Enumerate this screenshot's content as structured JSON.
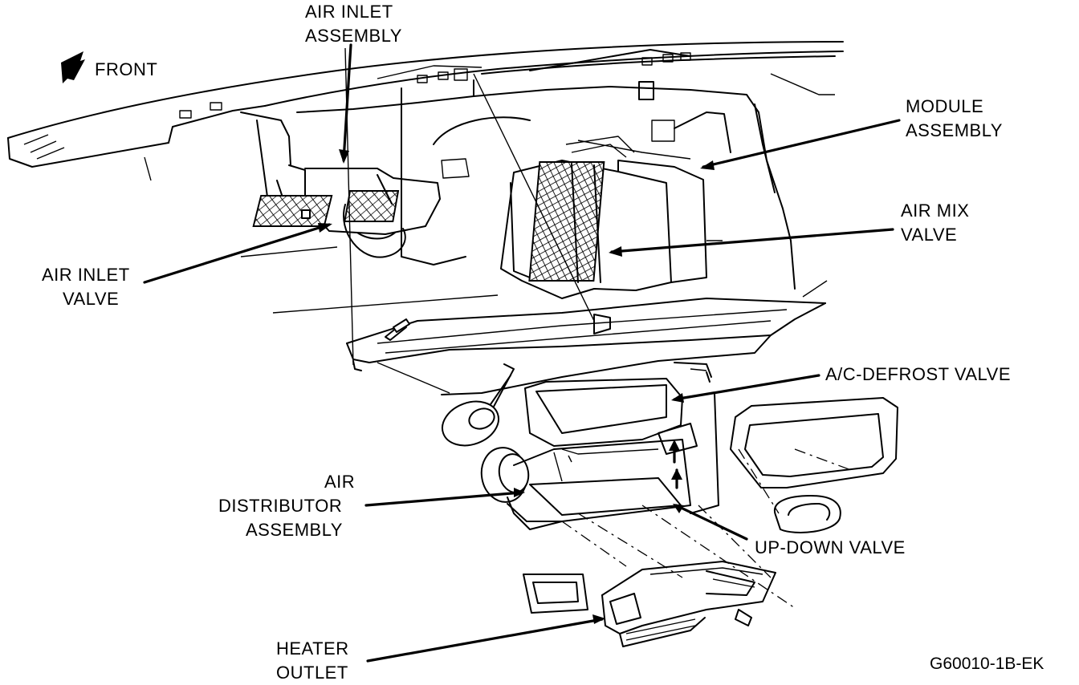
{
  "labels": {
    "front": "FRONT",
    "air_inlet_assembly": [
      "AIR INLET",
      "ASSEMBLY"
    ],
    "module_assembly": [
      "MODULE",
      "ASSEMBLY"
    ],
    "air_mix_valve": [
      "AIR MIX",
      "VALVE"
    ],
    "air_inlet_valve": [
      "AIR INLET",
      "VALVE"
    ],
    "ac_defrost_valve": "A/C-DEFROST VALVE",
    "air_distributor_assembly": [
      "AIR",
      "DISTRIBUTOR",
      "ASSEMBLY"
    ],
    "up_down_valve": "UP-DOWN VALVE",
    "heater_outlet": [
      "HEATER",
      "OUTLET"
    ],
    "figure_code": "G60010-1B-EK"
  },
  "icons": {
    "front_arrow": "front-direction-arrow-icon"
  },
  "colors": {
    "ink": "#000000",
    "paper": "#ffffff"
  }
}
